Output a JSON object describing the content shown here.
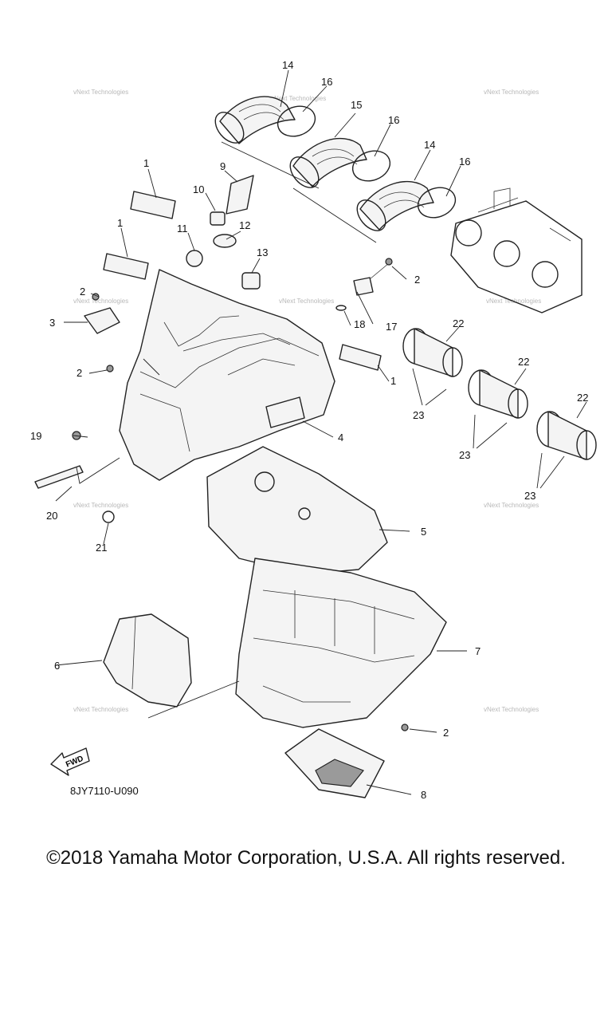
{
  "diagram_code": "8JY7110-U090",
  "fwd_label": "FWD",
  "watermark": "vNext Technologies",
  "callouts": [
    {
      "id": "c1a",
      "label": "1"
    },
    {
      "id": "c1b",
      "label": "1"
    },
    {
      "id": "c1c",
      "label": "1"
    },
    {
      "id": "c2a",
      "label": "2"
    },
    {
      "id": "c2b",
      "label": "2"
    },
    {
      "id": "c2c",
      "label": "2"
    },
    {
      "id": "c2d",
      "label": "2"
    },
    {
      "id": "c3",
      "label": "3"
    },
    {
      "id": "c4",
      "label": "4"
    },
    {
      "id": "c5",
      "label": "5"
    },
    {
      "id": "c6",
      "label": "6"
    },
    {
      "id": "c7",
      "label": "7"
    },
    {
      "id": "c8",
      "label": "8"
    },
    {
      "id": "c9",
      "label": "9"
    },
    {
      "id": "c10",
      "label": "10"
    },
    {
      "id": "c11",
      "label": "11"
    },
    {
      "id": "c12",
      "label": "12"
    },
    {
      "id": "c13",
      "label": "13"
    },
    {
      "id": "c14a",
      "label": "14"
    },
    {
      "id": "c14b",
      "label": "14"
    },
    {
      "id": "c15",
      "label": "15"
    },
    {
      "id": "c16a",
      "label": "16"
    },
    {
      "id": "c16b",
      "label": "16"
    },
    {
      "id": "c16c",
      "label": "16"
    },
    {
      "id": "c17",
      "label": "17"
    },
    {
      "id": "c18",
      "label": "18"
    },
    {
      "id": "c19",
      "label": "19"
    },
    {
      "id": "c20",
      "label": "20"
    },
    {
      "id": "c21",
      "label": "21"
    },
    {
      "id": "c22a",
      "label": "22"
    },
    {
      "id": "c22b",
      "label": "22"
    },
    {
      "id": "c22c",
      "label": "22"
    },
    {
      "id": "c23a",
      "label": "23"
    },
    {
      "id": "c23b",
      "label": "23"
    },
    {
      "id": "c23c",
      "label": "23"
    }
  ],
  "copyright": "©2018 Yamaha Motor Corporation, U.S.A. All rights reserved."
}
